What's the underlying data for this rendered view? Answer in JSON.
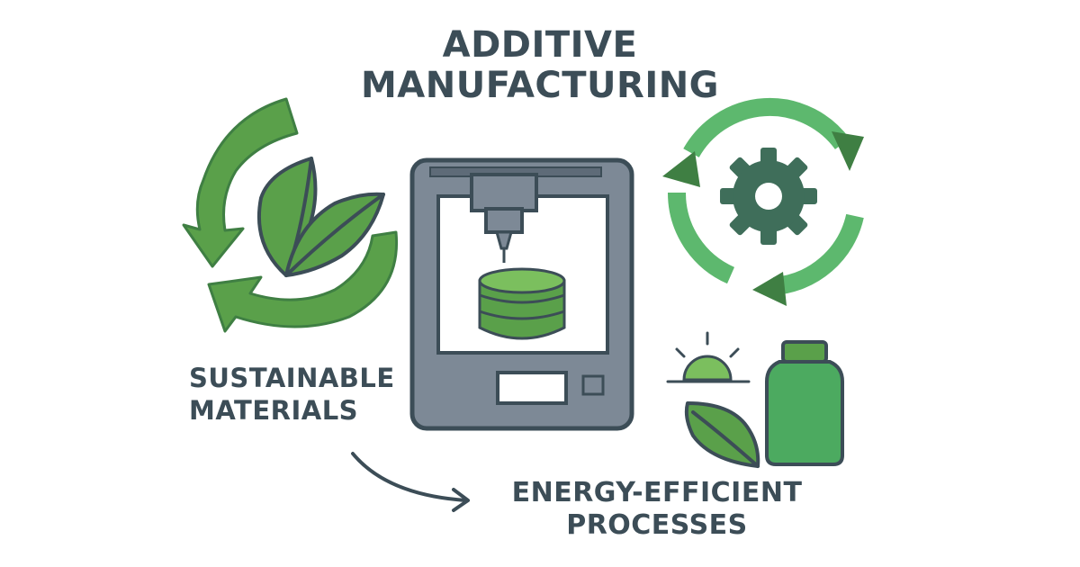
{
  "title": {
    "line1": "ADDITIVE",
    "line2": "MANUFACTURING"
  },
  "labels": {
    "materials_line1": "SUSTAINABLE",
    "materials_line2": "MATERIALS",
    "processes_line1": "ENERGY-EFFICIENT",
    "processes_line2": "PROCESSES"
  },
  "colors": {
    "text": "#3c4d57",
    "green": "#5aa04a",
    "dark_green": "#3f7f43",
    "light_green": "#5db86e",
    "gray": "#7d8996",
    "outline": "#3c4d57"
  },
  "icons": [
    "recycle-arrows-icon",
    "leaves-icon",
    "3d-printer-icon",
    "printed-cylinder-icon",
    "cycle-arrows-icon",
    "gear-icon",
    "sunrise-icon",
    "leaf-icon",
    "bottle-icon",
    "curved-arrow-icon"
  ]
}
